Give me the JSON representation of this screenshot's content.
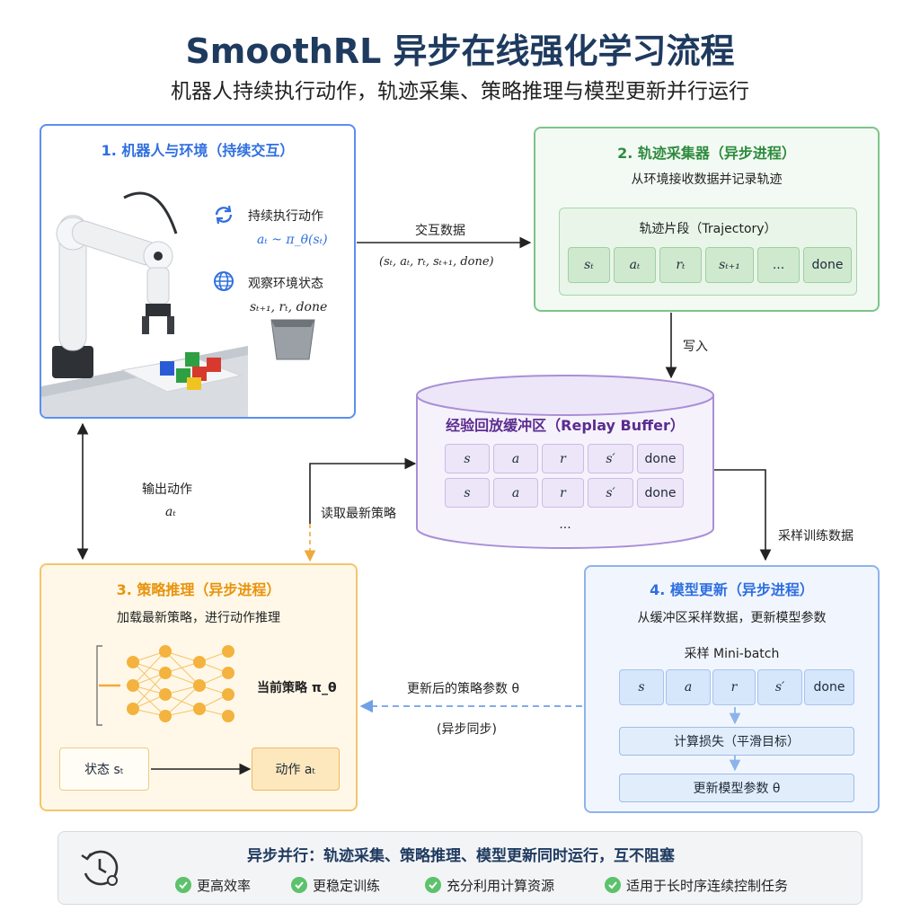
{
  "title": "SmoothRL 异步在线强化学习流程",
  "subtitle": "机器人持续执行动作，轨迹采集、策略推理与模型更新并行运行",
  "robot_panel": {
    "title": "1. 机器人与环境（持续交互）",
    "act_label": "持续执行动作",
    "act_formula": "aₜ ~ π_θ(sₜ)",
    "obs_label": "观察环境状态",
    "obs_formula": "sₜ₊₁, rₜ, done"
  },
  "collector_panel": {
    "title": "2. 轨迹采集器（异步进程）",
    "subtitle": "从环境接收数据并记录轨迹",
    "segment_label": "轨迹片段（Trajectory）",
    "cells": [
      "sₜ",
      "aₜ",
      "rₜ",
      "sₜ₊₁",
      "...",
      "done"
    ]
  },
  "buffer": {
    "title": "经验回放缓冲区（Replay Buffer）",
    "row1": [
      "s",
      "a",
      "r",
      "s′",
      "done"
    ],
    "row2": [
      "s",
      "a",
      "r",
      "s′",
      "done"
    ],
    "ellipsis": "..."
  },
  "policy_panel": {
    "title": "3. 策略推理（异步进程）",
    "subtitle": "加载最新策略，进行动作推理",
    "current_policy": "当前策略 π_θ",
    "state_box": "状态 sₜ",
    "action_box": "动作 aₜ"
  },
  "update_panel": {
    "title": "4. 模型更新（异步进程）",
    "subtitle": "从缓冲区采样数据，更新模型参数",
    "batch_label": "采样 Mini-batch",
    "cells": [
      "s",
      "a",
      "r",
      "s′",
      "done"
    ],
    "loss_box": "计算损失（平滑目标）",
    "update_box": "更新模型参数 θ"
  },
  "arrows": {
    "interaction": "交互数据",
    "interaction_tuple": "(sₜ, aₜ, rₜ, sₜ₊₁, done)",
    "write": "写入",
    "output_action": "输出动作",
    "output_symbol": "aₜ",
    "read_policy": "读取最新策略",
    "sample_data": "采样训练数据",
    "updated_params": "更新后的策略参数 θ",
    "async_sync": "(异步同步)"
  },
  "legend": {
    "headline": "异步并行：轨迹采集、策略推理、模型更新同时运行，互不阻塞",
    "items": [
      "更高效率",
      "更稳定训练",
      "充分利用计算资源",
      "适用于长时序连续控制任务"
    ]
  },
  "colors": {
    "title": "#1e3a5f",
    "blue": "#2f6fe0",
    "green": "#2e8b3e",
    "purple": "#5b2c8f",
    "orange": "#e8930c",
    "check": "#5cc26b"
  }
}
